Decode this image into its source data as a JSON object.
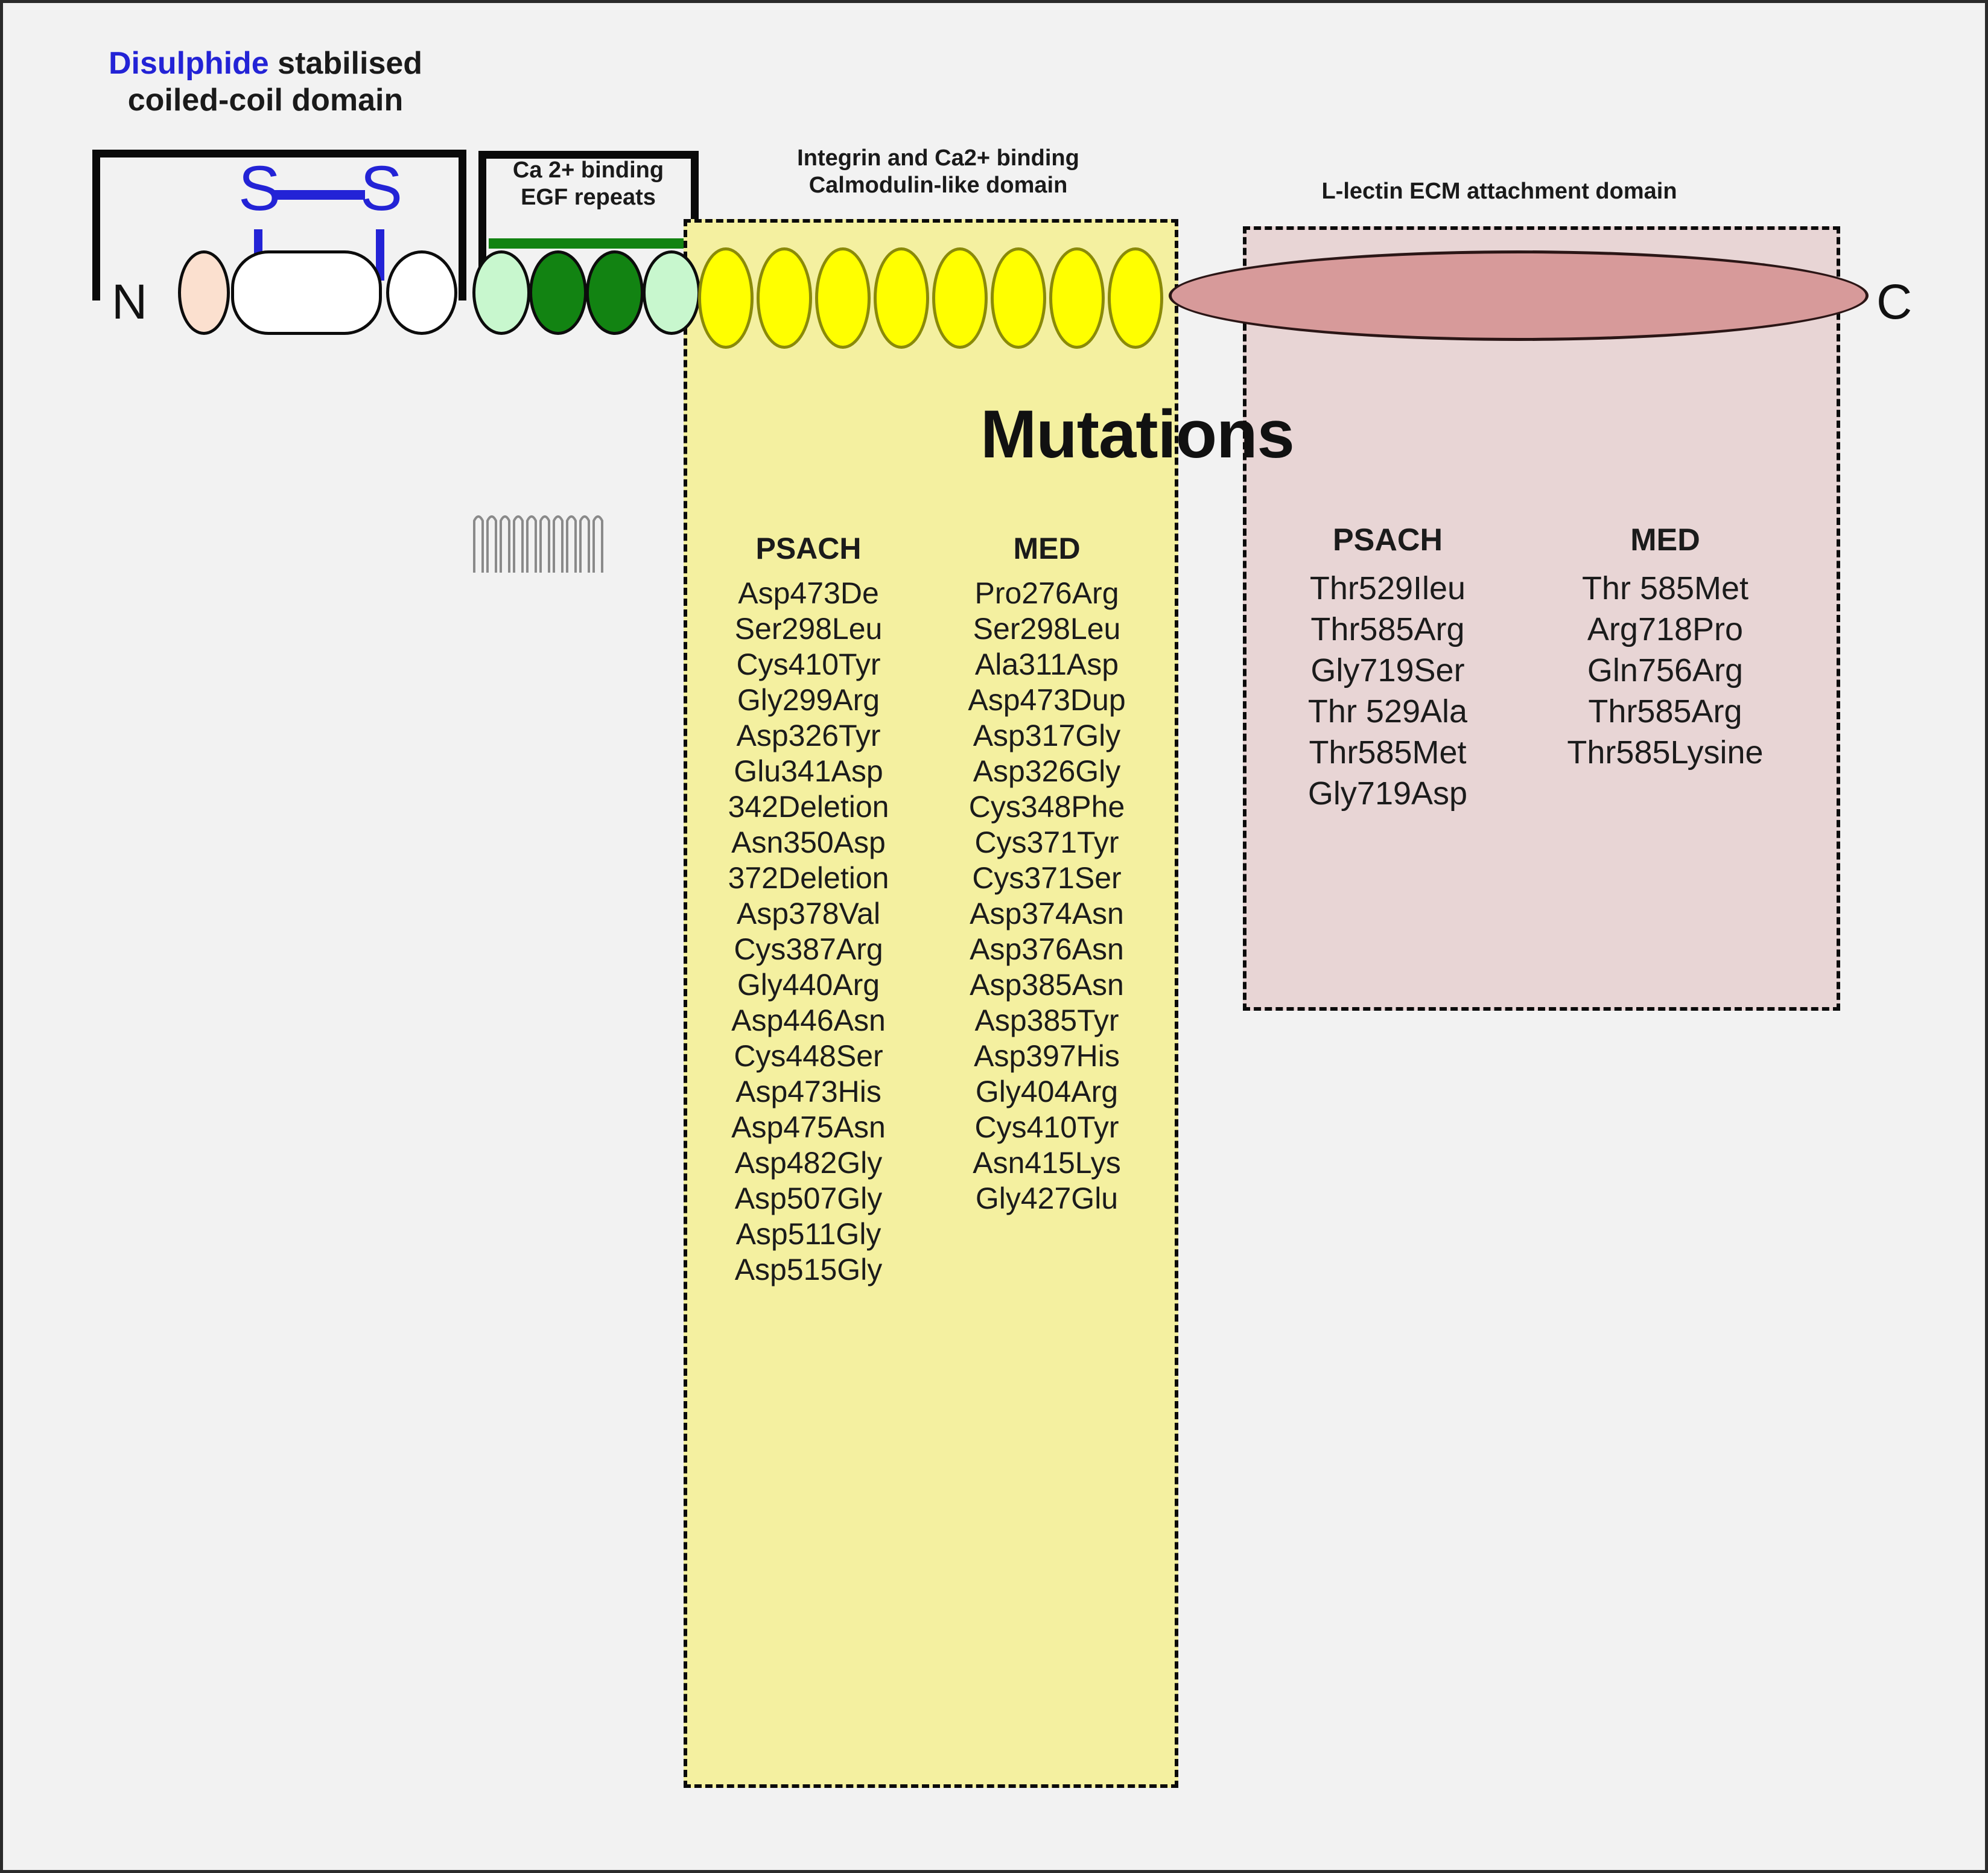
{
  "figure": {
    "title": "Mutations",
    "terminus_n": "N",
    "terminus_c": "C",
    "disulphide_s_left": "S",
    "disulphide_s_right": "S"
  },
  "domain_labels": {
    "coiled_coil_highlight": "Disulphide",
    "coiled_coil_rest": " stabilised\ncoiled-coil domain",
    "egf": "Ca 2+ binding\nEGF repeats",
    "calmodulin": "Integrin and Ca2+ binding\nCalmodulin-like domain",
    "lectin": "L-lectin ECM attachment domain"
  },
  "colors": {
    "page_background": "#f2f2f2",
    "coil_domain_fill": "#ffffff",
    "n_terminal_oval": "#fbe0cf",
    "egf_light": "#c8f7ce",
    "egf_dark": "#128312",
    "calmodulin_oval": "#ffff00",
    "lectin_ellipse": "#d79a9a",
    "yellow_box": "#f4f0a0",
    "pink_box": "#e8d5d5",
    "disulphide_blue": "#2323d6",
    "mutation_orange": "#ff5a14",
    "mutation_green": "#3fbb2b",
    "mutation_black": "#1b1b1b"
  },
  "calmodulin_box": {
    "columns": [
      {
        "header": "PSACH",
        "items": [
          {
            "text": "Asp473De",
            "color": "orange"
          },
          {
            "text": "Ser298Leu",
            "color": "black"
          },
          {
            "text": "Cys410Tyr",
            "color": "green"
          },
          {
            "text": "Gly299Arg",
            "color": "black"
          },
          {
            "text": "Asp326Tyr",
            "color": "orange"
          },
          {
            "text": "Glu341Asp",
            "color": "black"
          },
          {
            "text": "342Deletion",
            "color": "black"
          },
          {
            "text": "Asn350Asp",
            "color": "black"
          },
          {
            "text": "372Deletion",
            "color": "black"
          },
          {
            "text": "Asp378Val",
            "color": "orange"
          },
          {
            "text": "Cys387Arg",
            "color": "green"
          },
          {
            "text": "Gly440Arg",
            "color": "black"
          },
          {
            "text": "Asp446Asn",
            "color": "orange"
          },
          {
            "text": "Cys448Ser",
            "color": "green"
          },
          {
            "text": "Asp473His",
            "color": "orange"
          },
          {
            "text": "Asp475Asn",
            "color": "orange"
          },
          {
            "text": "Asp482Gly",
            "color": "orange"
          },
          {
            "text": "Asp507Gly",
            "color": "orange"
          },
          {
            "text": "Asp511Gly",
            "color": "orange"
          },
          {
            "text": "Asp515Gly",
            "color": "orange"
          }
        ]
      },
      {
        "header": "MED",
        "items": [
          {
            "text": "Pro276Arg",
            "color": "black"
          },
          {
            "text": "Ser298Leu",
            "color": "black"
          },
          {
            "text": "Ala311Asp",
            "color": "black"
          },
          {
            "text": "Asp473Dup",
            "color": "orange"
          },
          {
            "text": "Asp317Gly",
            "color": "orange"
          },
          {
            "text": "Asp326Gly",
            "color": "orange"
          },
          {
            "text": "Cys348Phe",
            "color": "green"
          },
          {
            "text": "Cys371Tyr",
            "color": "green"
          },
          {
            "text": "Cys371Ser",
            "color": "green"
          },
          {
            "text": "Asp374Asn",
            "color": "orange"
          },
          {
            "text": "Asp376Asn",
            "color": "orange"
          },
          {
            "text": "Asp385Asn",
            "color": "orange"
          },
          {
            "text": "Asp385Tyr",
            "color": "orange"
          },
          {
            "text": "Asp397His",
            "color": "orange"
          },
          {
            "text": "Gly404Arg",
            "color": "black"
          },
          {
            "text": "Cys410Tyr",
            "color": "green"
          },
          {
            "text": "Asn415Lys",
            "color": "black"
          },
          {
            "text": "Gly427Glu",
            "color": "black"
          }
        ]
      }
    ]
  },
  "lectin_box": {
    "columns": [
      {
        "header": "PSACH",
        "items": [
          {
            "text": "Thr529Ileu",
            "color": "black"
          },
          {
            "text": "Thr585Arg",
            "color": "black"
          },
          {
            "text": "Gly719Ser",
            "color": "black"
          },
          {
            "text": "Thr 529Ala",
            "color": "black"
          },
          {
            "text": "Thr585Met",
            "color": "black"
          },
          {
            "text": "Gly719Asp",
            "color": "black"
          }
        ]
      },
      {
        "header": "MED",
        "items": [
          {
            "text": "Thr 585Met",
            "color": "black"
          },
          {
            "text": "Arg718Pro",
            "color": "black"
          },
          {
            "text": "Gln756Arg",
            "color": "black"
          },
          {
            "text": "Thr585Arg",
            "color": "black"
          },
          {
            "text": "Thr585Lysine",
            "color": "black"
          }
        ]
      }
    ]
  },
  "backbone": {
    "calmodulin_oval_count": 8,
    "egf_ovals": [
      "light",
      "dark",
      "dark",
      "light"
    ]
  }
}
